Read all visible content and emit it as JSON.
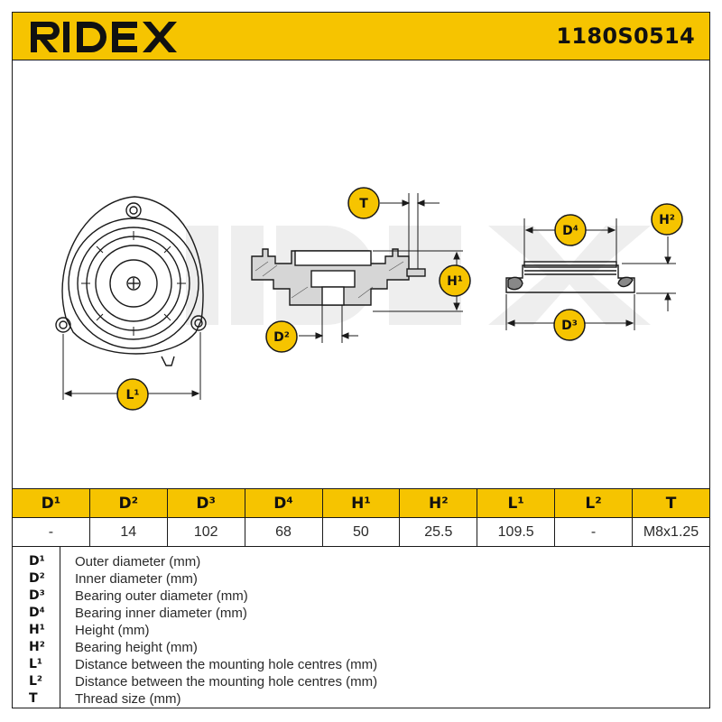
{
  "header": {
    "brand": "RIDEX",
    "part_number": "1180S0514"
  },
  "drawing": {
    "callouts": {
      "T": "T",
      "D2": "D²",
      "H1": "H¹",
      "L1": "L¹",
      "D4": "D⁴",
      "H2": "H²",
      "D3": "D³"
    }
  },
  "spec_table": {
    "headers": [
      "D¹",
      "D²",
      "D³",
      "D⁴",
      "H¹",
      "H²",
      "L¹",
      "L²",
      "T"
    ],
    "values": [
      "-",
      "14",
      "102",
      "68",
      "50",
      "25.5",
      "109.5",
      "-",
      "M8x1.25"
    ]
  },
  "legend": [
    {
      "key": "D¹",
      "desc": "Outer diameter (mm)"
    },
    {
      "key": "D²",
      "desc": "Inner diameter (mm)"
    },
    {
      "key": "D³",
      "desc": "Bearing outer diameter (mm)"
    },
    {
      "key": "D⁴",
      "desc": "Bearing inner diameter (mm)"
    },
    {
      "key": "H¹",
      "desc": "Height (mm)"
    },
    {
      "key": "H²",
      "desc": "Bearing height (mm)"
    },
    {
      "key": "L¹",
      "desc": "Distance between the mounting hole centres (mm)"
    },
    {
      "key": "L²",
      "desc": "Distance between the mounting hole centres (mm)"
    },
    {
      "key": "T",
      "desc": "Thread size (mm)"
    }
  ],
  "colors": {
    "brand_yellow": "#f6c400",
    "line": "#1a1a1a",
    "callout_fill": "#f6c400"
  }
}
